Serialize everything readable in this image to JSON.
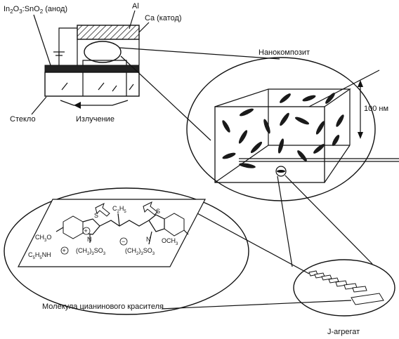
{
  "labels": {
    "anode_base": "In",
    "anode_sub1": "2",
    "anode_mid": "O",
    "anode_sub2": "3",
    "anode_tail": ":SnO",
    "anode_sub3": "2",
    "anode_rest": " (анод)",
    "al": "Al",
    "cathode": "Ca (катод)",
    "glass": "Стекло",
    "emission": "Излучение",
    "nanocomposite": "Нанокомпозит",
    "scale": "100 нм",
    "molecule": "Молекула цианинового красителя",
    "j_aggregate": "J-агрегат"
  },
  "chem": {
    "ch3_left": "CH",
    "ch3_left_sub": "3",
    "ch3_left_tail": "O",
    "s_left": "S",
    "n_left": "N",
    "c2h5_a": "C",
    "c2h5_sub1": "2",
    "c2h5_b": "H",
    "c2h5_sub2": "5",
    "s_right": "S",
    "n_right": "N",
    "och3": "OCH",
    "och3_sub": "3",
    "c5h5nh": "C",
    "c5h5nh_sub1": "5",
    "c5h5nh_b": "H",
    "c5h5nh_sub2": "5",
    "c5h5nh_c": "NH",
    "plus_sign": "+",
    "minus_sign": "−",
    "ch2so3_a": "(CH",
    "ch2so3_sub1": "2",
    "ch2so3_b": ")",
    "ch2so3_sub2": "3",
    "ch2so3_c": "SO",
    "ch2so3_sub3": "3",
    "ch2so3b_a": "(CH",
    "ch2so3b_sub1": "2",
    "ch2so3b_b": ")",
    "ch2so3b_sub2": "3",
    "ch2so3b_c": "SO",
    "ch2so3b_sub3": "3"
  },
  "colors": {
    "ink": "#111111",
    "background": "#ffffff"
  }
}
